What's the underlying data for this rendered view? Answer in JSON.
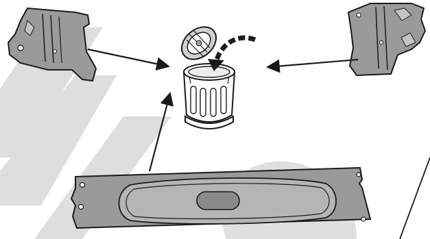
{
  "figure": {
    "parts": [
      {
        "id": "left-filter-part",
        "icon": "flat-filter-panel-left"
      },
      {
        "id": "right-filter-part",
        "icon": "flat-filter-panel-right"
      },
      {
        "id": "cylinder-filter",
        "icon": "cylindrical-filter-basket"
      },
      {
        "id": "filter-cap",
        "icon": "filter-cap-lid"
      },
      {
        "id": "base-filter-plate",
        "icon": "flat-base-filter-plate"
      }
    ],
    "arrows": [
      {
        "from": "left-filter-part",
        "to": "cylinder-filter"
      },
      {
        "from": "right-filter-part",
        "to": "cylinder-filter"
      },
      {
        "from": "base-filter-plate",
        "to": "cylinder-filter"
      },
      {
        "from": "filter-cap",
        "to": "cylinder-filter",
        "style": "dashed-curved"
      }
    ],
    "colors": {
      "line": "#1a1a1a",
      "part_fill": "#9a9a9a",
      "part_fill_light": "#c4c4c4",
      "watermark": "#d9d9d9",
      "background": "#ffffff"
    }
  }
}
